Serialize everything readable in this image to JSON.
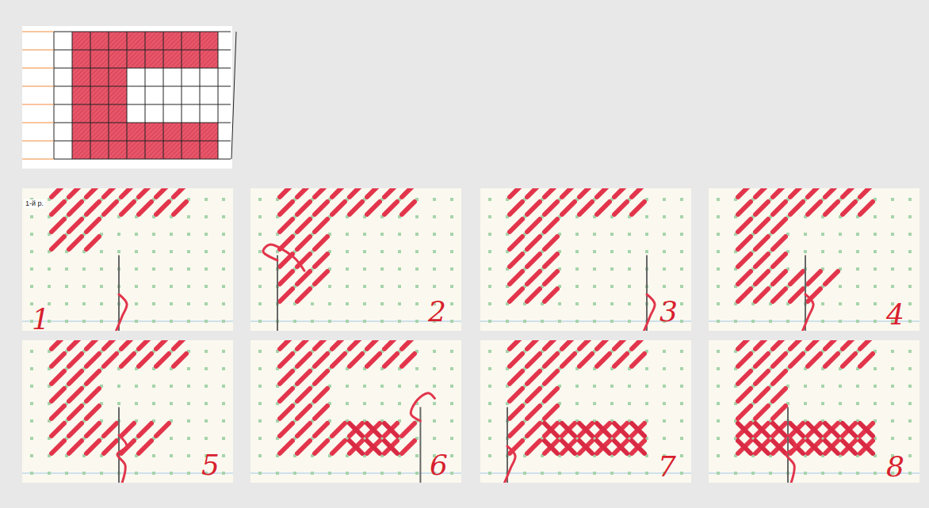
{
  "diagram": {
    "labels": [
      "1-й р.",
      "1",
      "2",
      "3",
      "4",
      "5",
      "6",
      "7",
      "8"
    ]
  }
}
